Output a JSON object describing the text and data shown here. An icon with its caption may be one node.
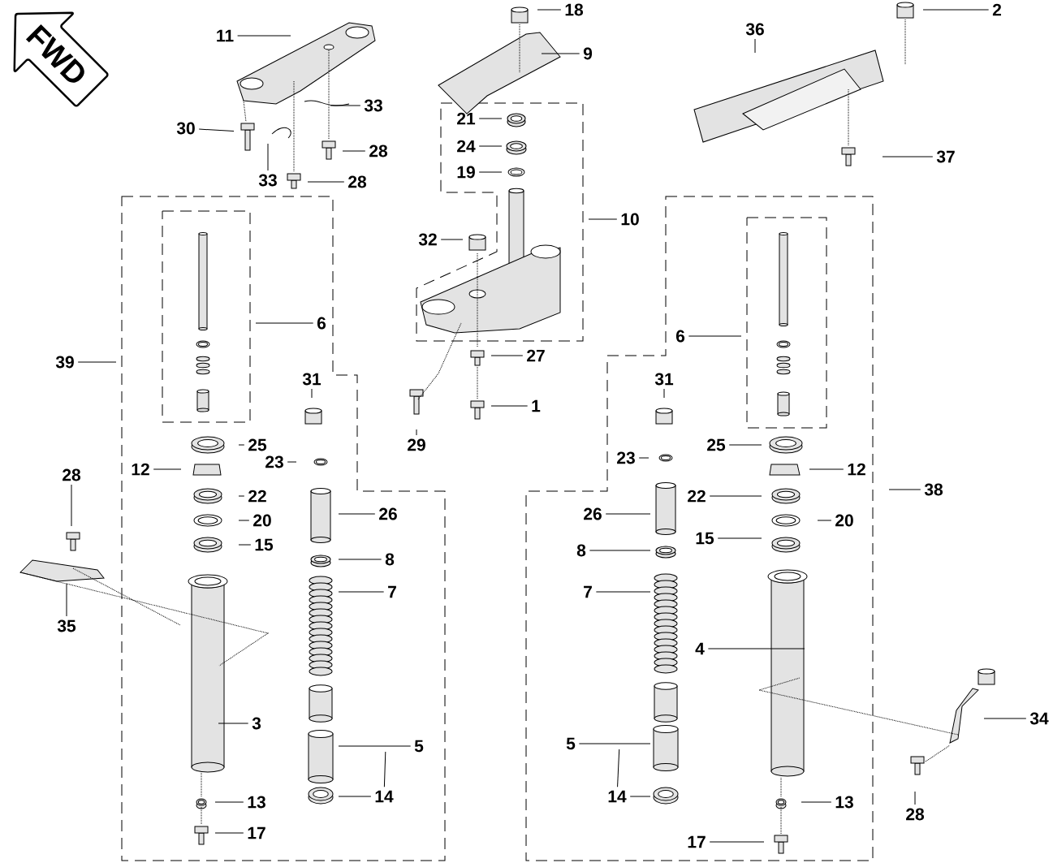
{
  "diagram": {
    "nodes": [
      {
        "text": [
          "FWD"
        ]
      },
      {
        "text": [
          "11"
        ]
      },
      {
        "text": [
          "18"
        ]
      },
      {
        "text": [
          "9"
        ]
      },
      {
        "text": [
          "36"
        ]
      },
      {
        "text": [
          "2"
        ]
      },
      {
        "text": [
          "30"
        ]
      },
      {
        "text": [
          "33"
        ]
      },
      {
        "text": [
          "21"
        ]
      },
      {
        "text": [
          "24"
        ]
      },
      {
        "text": [
          "19"
        ]
      },
      {
        "text": [
          "28"
        ]
      },
      {
        "text": [
          "37"
        ]
      },
      {
        "text": [
          "33"
        ]
      },
      {
        "text": [
          "28"
        ]
      },
      {
        "text": [
          "10"
        ]
      },
      {
        "text": [
          "32"
        ]
      },
      {
        "text": [
          "6"
        ]
      },
      {
        "text": [
          "39"
        ]
      },
      {
        "text": [
          "6"
        ]
      },
      {
        "text": [
          "27"
        ]
      },
      {
        "text": [
          "31"
        ]
      },
      {
        "text": [
          "31"
        ]
      },
      {
        "text": [
          "1"
        ]
      },
      {
        "text": [
          "29"
        ]
      },
      {
        "text": [
          "25"
        ]
      },
      {
        "text": [
          "12"
        ]
      },
      {
        "text": [
          "23"
        ]
      },
      {
        "text": [
          "25"
        ]
      },
      {
        "text": [
          "23"
        ]
      },
      {
        "text": [
          "12"
        ]
      },
      {
        "text": [
          "38"
        ]
      },
      {
        "text": [
          "28"
        ]
      },
      {
        "text": [
          "22"
        ]
      },
      {
        "text": [
          "26"
        ]
      },
      {
        "text": [
          "22"
        ]
      },
      {
        "text": [
          "26"
        ]
      },
      {
        "text": [
          "20"
        ]
      },
      {
        "text": [
          "20"
        ]
      },
      {
        "text": [
          "15"
        ]
      },
      {
        "text": [
          "8"
        ]
      },
      {
        "text": [
          "15"
        ]
      },
      {
        "text": [
          "8"
        ]
      },
      {
        "text": [
          "35"
        ]
      },
      {
        "text": [
          "7"
        ]
      },
      {
        "text": [
          "7"
        ]
      },
      {
        "text": [
          "4"
        ]
      },
      {
        "text": [
          "3"
        ]
      },
      {
        "text": [
          "34"
        ]
      },
      {
        "text": [
          "5"
        ]
      },
      {
        "text": [
          "5"
        ]
      },
      {
        "text": [
          "14"
        ]
      },
      {
        "text": [
          "14"
        ]
      },
      {
        "text": [
          "13"
        ]
      },
      {
        "text": [
          "13"
        ]
      },
      {
        "text": [
          "28"
        ]
      },
      {
        "text": [
          "17"
        ]
      },
      {
        "text": [
          "17"
        ]
      }
    ],
    "edges": [
      {
        "from": 1,
        "to": null,
        "arrow": "none"
      },
      {
        "from": 2,
        "to": null,
        "arrow": "none"
      },
      {
        "from": 3,
        "to": null,
        "arrow": "none"
      },
      {
        "from": 4,
        "to": null,
        "arrow": "none"
      },
      {
        "from": 5,
        "to": null,
        "arrow": "none"
      },
      {
        "from": 6,
        "to": null,
        "arrow": "none"
      },
      {
        "from": 7,
        "to": null,
        "arrow": "none"
      },
      {
        "from": 8,
        "to": null,
        "arrow": "none"
      },
      {
        "from": 9,
        "to": null,
        "arrow": "none"
      },
      {
        "from": 10,
        "to": null,
        "arrow": "none"
      },
      {
        "from": 11,
        "to": null,
        "arrow": "none"
      },
      {
        "from": 12,
        "to": null,
        "arrow": "none"
      },
      {
        "from": 13,
        "to": null,
        "arrow": "none"
      },
      {
        "from": 14,
        "to": null,
        "arrow": "none"
      },
      {
        "from": 15,
        "to": null,
        "arrow": "none"
      },
      {
        "from": 16,
        "to": null,
        "arrow": "none"
      },
      {
        "from": 17,
        "to": null,
        "arrow": "none"
      },
      {
        "from": 18,
        "to": null,
        "arrow": "none"
      },
      {
        "from": 19,
        "to": null,
        "arrow": "none"
      },
      {
        "from": 20,
        "to": null,
        "arrow": "none"
      },
      {
        "from": 21,
        "to": null,
        "arrow": "none"
      },
      {
        "from": 22,
        "to": null,
        "arrow": "none"
      },
      {
        "from": 23,
        "to": null,
        "arrow": "none"
      },
      {
        "from": 24,
        "to": null,
        "arrow": "none"
      },
      {
        "from": 25,
        "to": null,
        "arrow": "none"
      },
      {
        "from": 26,
        "to": null,
        "arrow": "none"
      },
      {
        "from": 27,
        "to": null,
        "arrow": "none"
      },
      {
        "from": 28,
        "to": null,
        "arrow": "none"
      },
      {
        "from": 29,
        "to": null,
        "arrow": "none"
      },
      {
        "from": 30,
        "to": null,
        "arrow": "none"
      },
      {
        "from": 31,
        "to": null,
        "arrow": "none"
      },
      {
        "from": 32,
        "to": null,
        "arrow": "none"
      },
      {
        "from": 33,
        "to": null,
        "arrow": "none"
      },
      {
        "from": 34,
        "to": null,
        "arrow": "none"
      },
      {
        "from": 35,
        "to": null,
        "arrow": "none"
      },
      {
        "from": 36,
        "to": null,
        "arrow": "none"
      },
      {
        "from": 37,
        "to": null,
        "arrow": "none"
      },
      {
        "from": 38,
        "to": null,
        "arrow": "none"
      },
      {
        "from": 39,
        "to": null,
        "arrow": "none"
      },
      {
        "from": 40,
        "to": null,
        "arrow": "none"
      },
      {
        "from": 41,
        "to": null,
        "arrow": "none"
      },
      {
        "from": 42,
        "to": null,
        "arrow": "none"
      },
      {
        "from": 43,
        "to": null,
        "arrow": "none"
      },
      {
        "from": 44,
        "to": null,
        "arrow": "none"
      },
      {
        "from": 45,
        "to": null,
        "arrow": "none"
      },
      {
        "from": 46,
        "to": null,
        "arrow": "none"
      },
      {
        "from": 47,
        "to": null,
        "arrow": "none"
      },
      {
        "from": 48,
        "to": null,
        "arrow": "none"
      },
      {
        "from": 49,
        "to": null,
        "arrow": "none"
      },
      {
        "from": 50,
        "to": null,
        "arrow": "none"
      },
      {
        "from": 51,
        "to": null,
        "arrow": "none"
      },
      {
        "from": 51,
        "to": null,
        "arrow": "none"
      },
      {
        "from": 52,
        "to": null,
        "arrow": "none"
      },
      {
        "from": 52,
        "to": null,
        "arrow": "none"
      },
      {
        "from": 53,
        "to": null,
        "arrow": "none"
      },
      {
        "from": 54,
        "to": null,
        "arrow": "none"
      },
      {
        "from": 55,
        "to": null,
        "arrow": "none"
      },
      {
        "from": 56,
        "to": null,
        "arrow": "none"
      },
      {
        "from": 57,
        "to": null,
        "arrow": "none"
      }
    ]
  }
}
